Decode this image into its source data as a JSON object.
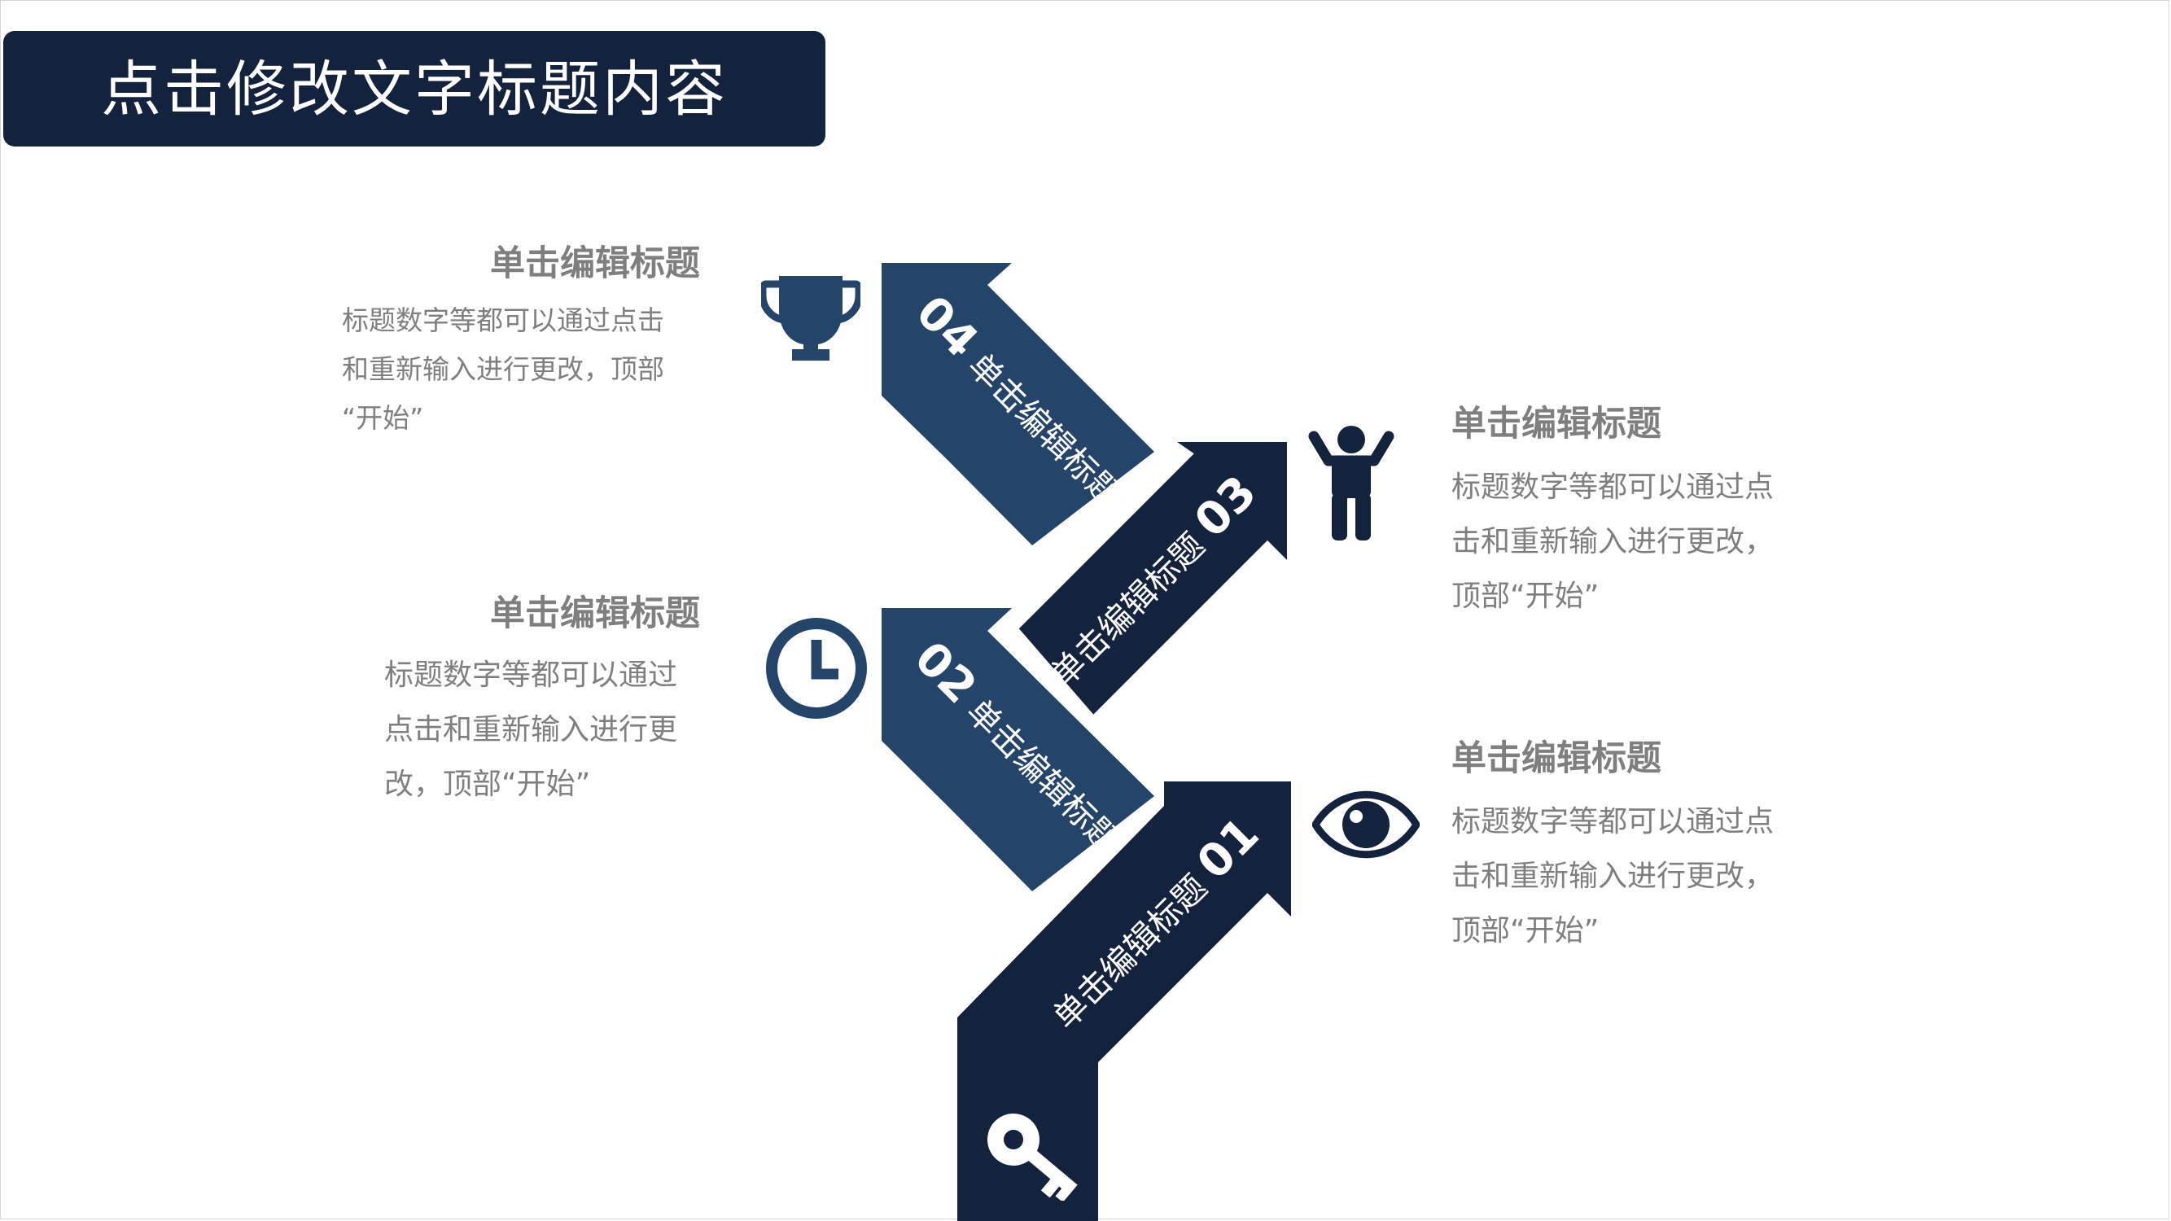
{
  "header": {
    "title": "点击修改文字标题内容"
  },
  "colors": {
    "navy_dark": "#14233d",
    "navy_mid": "#254469",
    "text_gray": "#7f7f7f",
    "background": "#ffffff"
  },
  "steps": [
    {
      "number": "01",
      "label": "单击编辑标题",
      "icon": "key-icon"
    },
    {
      "number": "02",
      "label": "单击编辑标题",
      "icon": "clock-icon"
    },
    {
      "number": "03",
      "label": "单击编辑标题",
      "icon": "person-icon"
    },
    {
      "number": "04",
      "label": "单击编辑标题",
      "icon": "trophy-icon"
    }
  ],
  "blocks": {
    "left_top": {
      "title": "单击编辑标题",
      "lines": [
        "标题数字等都可以通过点击",
        "和重新输入进行更改，顶部",
        "“开始”"
      ]
    },
    "left_mid": {
      "title": "单击编辑标题",
      "lines": [
        "标题数字等都可以通过",
        "点击和重新输入进行更",
        "改，顶部“开始”"
      ]
    },
    "right_top": {
      "title": "单击编辑标题",
      "lines": [
        "标题数字等都可以通过点",
        "击和重新输入进行更改，",
        "顶部“开始”"
      ]
    },
    "right_bot": {
      "title": "单击编辑标题",
      "lines": [
        "标题数字等都可以通过点",
        "击和重新输入进行更改，",
        "顶部“开始”"
      ]
    }
  }
}
